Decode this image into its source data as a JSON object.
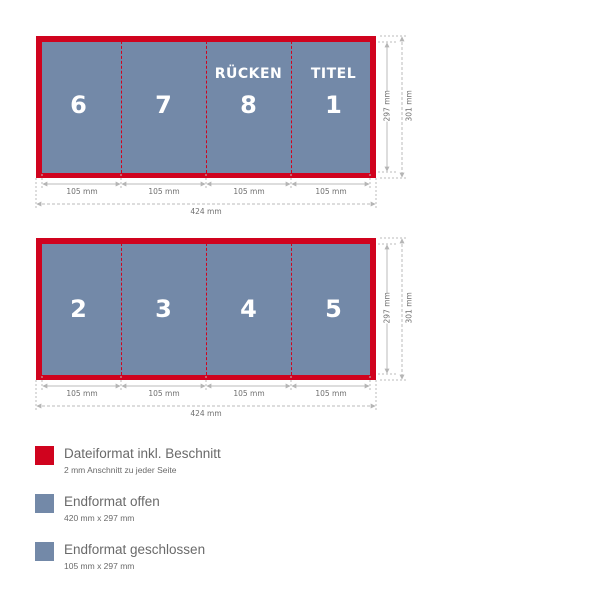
{
  "colors": {
    "bleed": "#d0031e",
    "panel": "#7389a8",
    "dimension_line": "#bbbbbb",
    "dimension_text": "#6f6f6f",
    "legend_text": "#6a6a6a"
  },
  "sheet_top": {
    "panels": [
      {
        "number": "6",
        "title": ""
      },
      {
        "number": "7",
        "title": ""
      },
      {
        "number": "8",
        "title": "RÜCKEN"
      },
      {
        "number": "1",
        "title": "TITEL"
      }
    ],
    "panel_width_label": "105 mm",
    "total_width_label": "424 mm",
    "height_label": "297 mm",
    "total_height_label": "301 mm"
  },
  "sheet_bottom": {
    "panels": [
      {
        "number": "2",
        "title": ""
      },
      {
        "number": "3",
        "title": ""
      },
      {
        "number": "4",
        "title": ""
      },
      {
        "number": "5",
        "title": ""
      }
    ],
    "panel_width_label": "105 mm",
    "total_width_label": "424 mm",
    "height_label": "297 mm",
    "total_height_label": "301 mm"
  },
  "legend": [
    {
      "title": "Dateiformat inkl. Beschnitt",
      "subtitle": "2 mm Anschnitt zu jeder Seite",
      "color": "#d0031e"
    },
    {
      "title": "Endformat offen",
      "subtitle": "420 mm x 297 mm",
      "color": "#7389a8"
    },
    {
      "title": "Endformat geschlossen",
      "subtitle": "105 mm x 297 mm",
      "color": "#7389a8"
    }
  ]
}
